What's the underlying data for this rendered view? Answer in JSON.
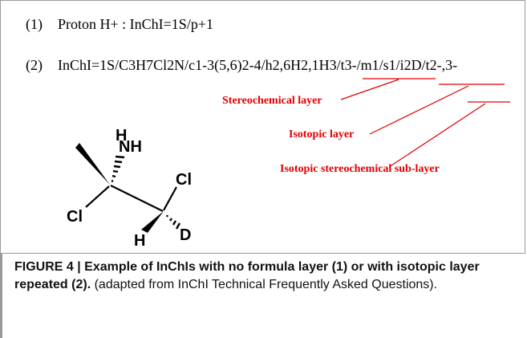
{
  "figure": {
    "line1": {
      "number": "(1)",
      "text": "Proton H+ : InChI=1S/p+1"
    },
    "line2": {
      "number": "(2)",
      "segments": [
        "InChI=1S/C3H7Cl2N/c1-3(5,6)2-4/h2,6H2,1H3",
        "/t3-/m1/s1",
        "/i2D",
        "/t2-,3-"
      ]
    },
    "annotations": {
      "stereochemical_layer": "Stereochemical  layer",
      "isotopic_layer": "Isotopic layer",
      "isotopic_stereochemical_sublayer": "Isotopic stereochemical sub-layer"
    },
    "molecule": {
      "atoms": {
        "h_top": "H",
        "nh": "NH",
        "cl_left": "Cl",
        "cl_right": "Cl",
        "h_bottom": "H",
        "d": "D"
      }
    },
    "colors": {
      "annotation": "#e00000",
      "text": "#000000",
      "border": "#9a9a9a"
    }
  },
  "caption": {
    "bold_text": "FIGURE 4 | Example of InChIs with no formula layer (1) or with isotopic layer repeated (2).",
    "normal_text": " (adapted from InChI Technical Frequently Asked Questions)."
  }
}
